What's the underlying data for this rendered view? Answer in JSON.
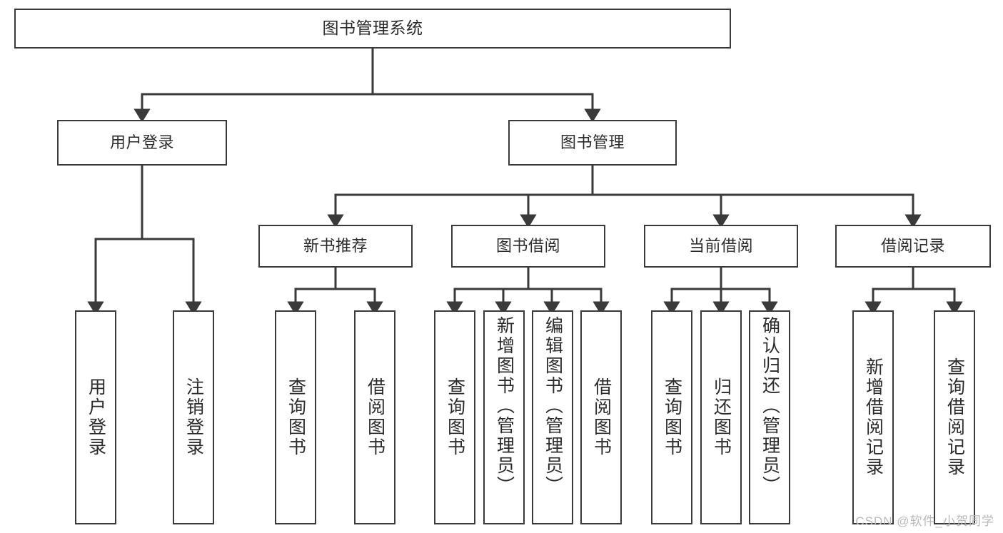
{
  "diagram": {
    "type": "tree",
    "title": "图书管理系统",
    "watermark": "CSDN @软件_小贺同学",
    "colors": {
      "stroke": "#3a3a3a",
      "background": "#ffffff",
      "text": "#2b2b2b",
      "watermark": "#b9b9b9"
    },
    "nodes": {
      "root": {
        "label": "图书管理系统"
      },
      "level2": [
        {
          "label": "用户登录"
        },
        {
          "label": "图书管理"
        }
      ],
      "level3": [
        {
          "label": "新书推荐"
        },
        {
          "label": "图书借阅"
        },
        {
          "label": "当前借阅"
        },
        {
          "label": "借阅记录"
        }
      ],
      "leaves": {
        "user_login": [
          {
            "label": "用户登录"
          },
          {
            "label": "注销登录"
          }
        ],
        "new_book": [
          {
            "label": "查询图书"
          },
          {
            "label": "借阅图书"
          }
        ],
        "book_borrow": [
          {
            "label": "查询图书"
          },
          {
            "label": "新增图书（管理员）"
          },
          {
            "label": "编辑图书（管理员）"
          },
          {
            "label": "借阅图书"
          }
        ],
        "current_borrow": [
          {
            "label": "查询图书"
          },
          {
            "label": "归还图书"
          },
          {
            "label": "确认归还（管理员）"
          }
        ],
        "borrow_record": [
          {
            "label": "新增借阅记录"
          },
          {
            "label": "查询借阅记录"
          }
        ]
      }
    }
  }
}
